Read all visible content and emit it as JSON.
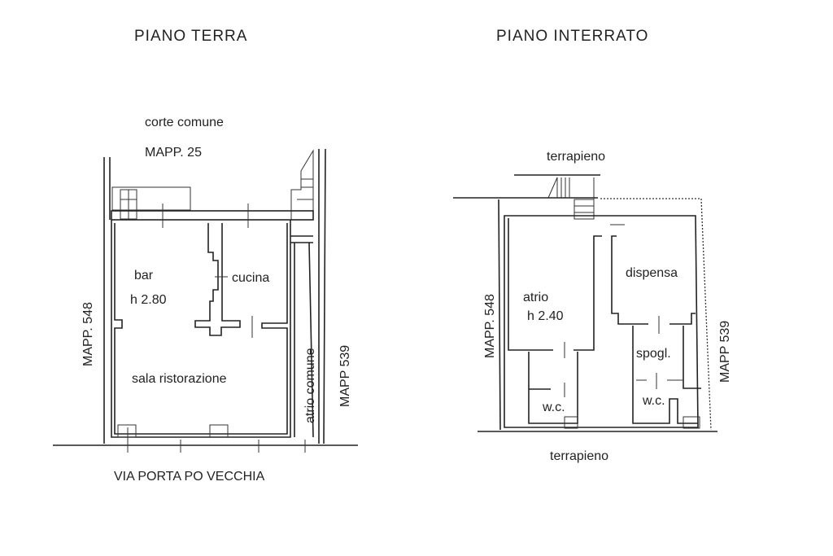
{
  "ground_floor": {
    "title": "PIANO  TERRA",
    "north_label_1": "corte comune",
    "north_label_2": "MAPP. 25",
    "west_label": "MAPP. 548",
    "east_label": "MAPP 539",
    "south_label": "VIA PORTA PO VECCHIA",
    "rooms": {
      "bar": "bar",
      "bar_height": "h 2.80",
      "kitchen": "cucina",
      "dining": "sala ristorazione",
      "common_hall": "atrio comune"
    }
  },
  "basement": {
    "title": "PIANO  INTERRATO",
    "north_label": "terrapieno",
    "south_label": "terrapieno",
    "west_label": "MAPP. 548",
    "east_label": "MAPP 539",
    "rooms": {
      "hall": "atrio",
      "hall_height": "h 2.40",
      "pantry": "dispensa",
      "changing": "spogl.",
      "wc_left": "w.c.",
      "wc_right": "w.c."
    }
  }
}
